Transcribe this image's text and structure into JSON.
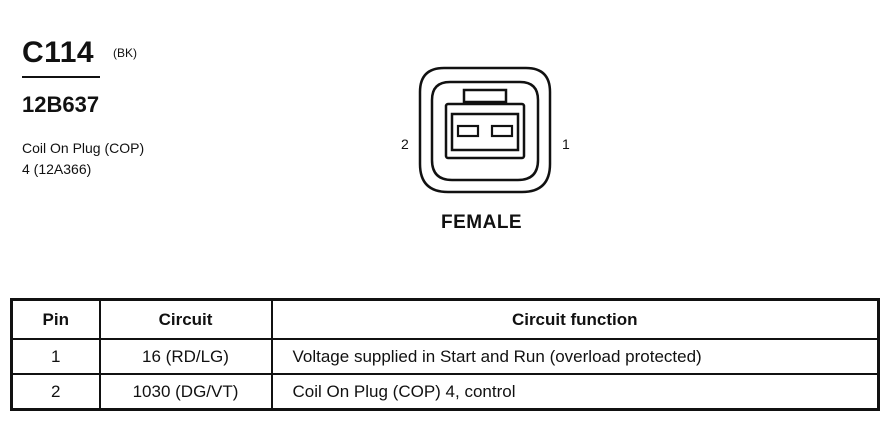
{
  "header": {
    "connector_id": "C114",
    "color_code": "(BK)",
    "part_number": "12B637",
    "description_line1": "Coil On Plug (COP)",
    "description_line2": "4 (12A366)"
  },
  "connector": {
    "pin_left_label": "2",
    "pin_right_label": "1",
    "gender": "FEMALE"
  },
  "table": {
    "headers": [
      "Pin",
      "Circuit",
      "Circuit function"
    ],
    "rows": [
      {
        "pin": "1",
        "circuit": "16 (RD/LG)",
        "function": "Voltage supplied in Start and Run (overload protected)"
      },
      {
        "pin": "2",
        "circuit": "1030 (DG/VT)",
        "function": "Coil On Plug (COP) 4, control"
      }
    ]
  }
}
